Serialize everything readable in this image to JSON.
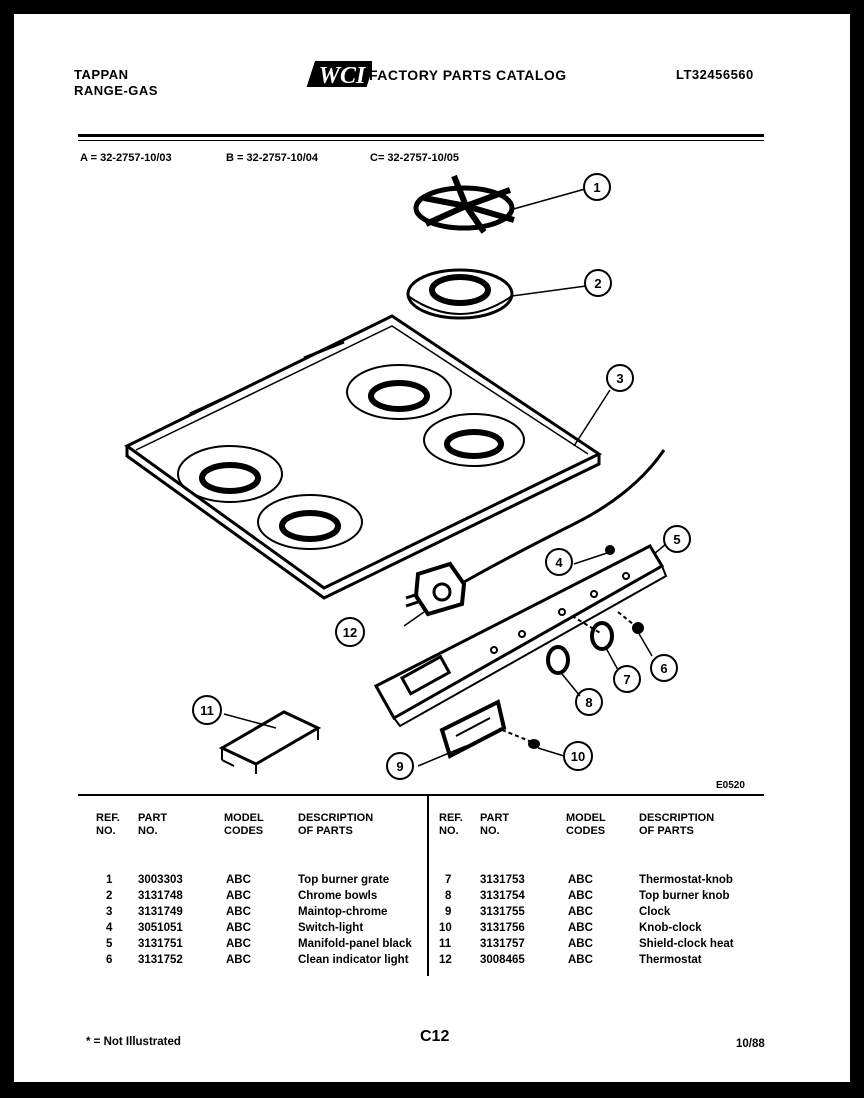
{
  "header": {
    "brand_line1": "TAPPAN",
    "brand_line2": "RANGE-GAS",
    "logo_text": "WCI",
    "catalog_title": "FACTORY PARTS CATALOG",
    "model_number": "LT32456560"
  },
  "model_codes": [
    "A = 32-2757-10/03",
    "B = 32-2757-10/04",
    "C= 32-2757-10/05"
  ],
  "diagram": {
    "code": "E0520",
    "callouts": [
      "1",
      "2",
      "3",
      "4",
      "5",
      "6",
      "7",
      "8",
      "9",
      "10",
      "11",
      "12"
    ]
  },
  "table": {
    "headers": {
      "ref": [
        "REF.",
        "NO."
      ],
      "part": [
        "PART",
        "NO."
      ],
      "model": [
        "MODEL",
        "CODES"
      ],
      "desc": [
        "DESCRIPTION",
        "OF PARTS"
      ]
    },
    "left_rows": [
      {
        "ref": "1",
        "part": "3003303",
        "codes": "ABC",
        "desc": "Top burner grate"
      },
      {
        "ref": "2",
        "part": "3131748",
        "codes": "ABC",
        "desc": "Chrome bowls"
      },
      {
        "ref": "3",
        "part": "3131749",
        "codes": "ABC",
        "desc": "Maintop-chrome"
      },
      {
        "ref": "4",
        "part": "3051051",
        "codes": "ABC",
        "desc": "Switch-light"
      },
      {
        "ref": "5",
        "part": "3131751",
        "codes": "ABC",
        "desc": "Manifold-panel black"
      },
      {
        "ref": "6",
        "part": "3131752",
        "codes": "ABC",
        "desc": "Clean indicator light"
      }
    ],
    "right_rows": [
      {
        "ref": "7",
        "part": "3131753",
        "codes": "ABC",
        "desc": "Thermostat-knob"
      },
      {
        "ref": "8",
        "part": "3131754",
        "codes": "ABC",
        "desc": "Top burner knob"
      },
      {
        "ref": "9",
        "part": "3131755",
        "codes": "ABC",
        "desc": "Clock"
      },
      {
        "ref": "10",
        "part": "3131756",
        "codes": "ABC",
        "desc": "Knob-clock"
      },
      {
        "ref": "11",
        "part": "3131757",
        "codes": "ABC",
        "desc": "Shield-clock heat"
      },
      {
        "ref": "12",
        "part": "3008465",
        "codes": "ABC",
        "desc": "Thermostat"
      }
    ]
  },
  "footer": {
    "note": "* = Not Illustrated",
    "page_code": "C12",
    "date": "10/88"
  }
}
